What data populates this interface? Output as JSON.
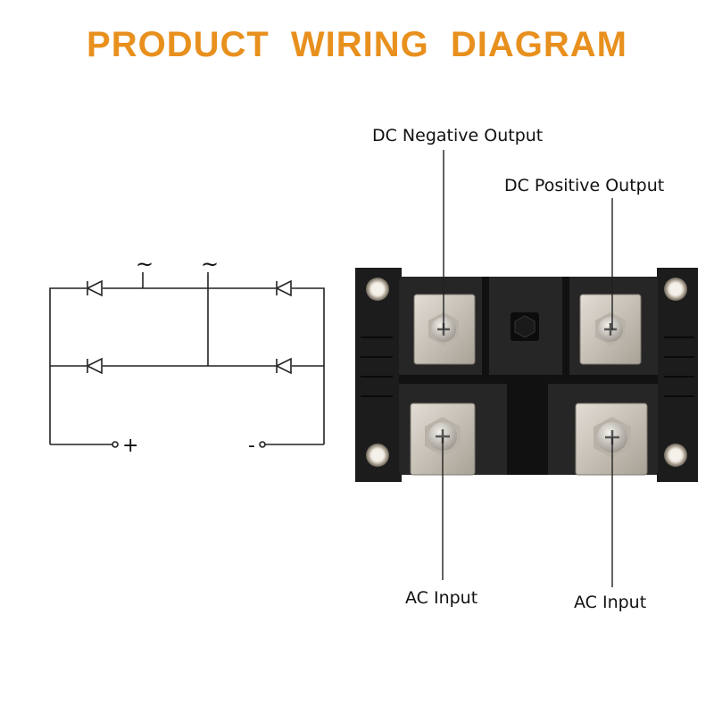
{
  "title": "PRODUCT  WIRING  DIAGRAM",
  "labels": {
    "dc_negative": "DC Negative Output",
    "dc_positive": "DC Positive Output",
    "ac_input_left": "AC Input",
    "ac_input_right": "AC Input"
  },
  "schematic": {
    "ac_symbol_1": "~",
    "ac_symbol_2": "~",
    "plus_symbol": "+",
    "minus_symbol": "-"
  },
  "colors": {
    "title": "#E8901E",
    "module_body": "#1c1c1c",
    "terminal_plate": "#c9c3ba",
    "line": "#222222"
  }
}
